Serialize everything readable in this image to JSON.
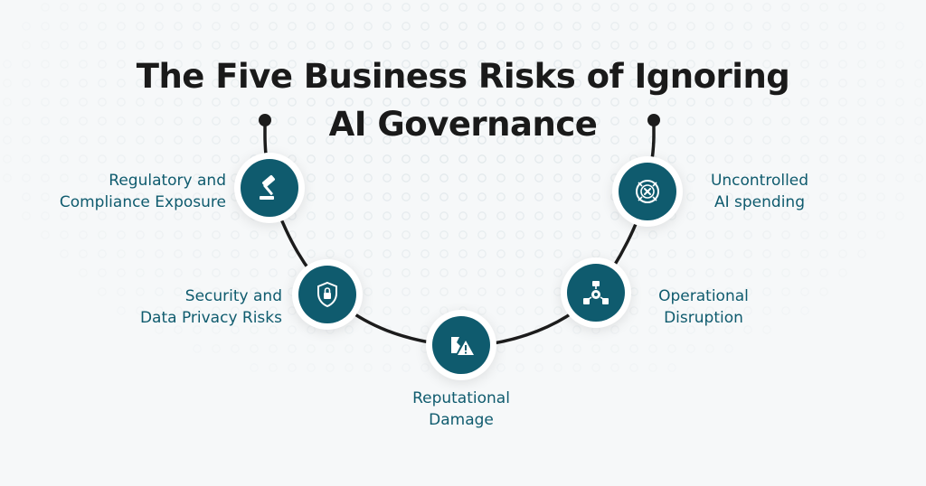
{
  "title": {
    "line1": "The Five Business Risks of Ignoring",
    "line2": "AI Governance"
  },
  "colors": {
    "accent": "#0f5b6e",
    "arc": "#1c1c1c",
    "background": "#f6f8f9",
    "title": "#1a1a1a"
  },
  "risks": [
    {
      "line1": "Regulatory and",
      "line2": "Compliance Exposure",
      "icon": "gavel-icon"
    },
    {
      "line1": "Security and",
      "line2": "Data Privacy Risks",
      "icon": "shield-lock-icon"
    },
    {
      "line1": "Reputational",
      "line2": "Damage",
      "icon": "broken-warning-icon"
    },
    {
      "line1": "Operational",
      "line2": "Disruption",
      "icon": "gears-network-icon"
    },
    {
      "line1": "Uncontrolled",
      "line2": "AI spending",
      "icon": "coin-x-icon"
    }
  ]
}
